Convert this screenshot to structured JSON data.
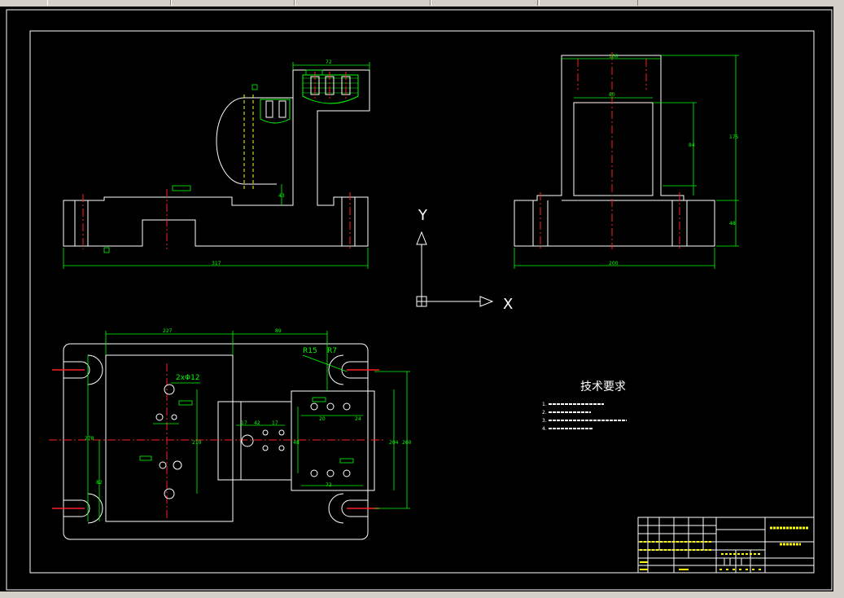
{
  "drawing": {
    "technical_requirements": {
      "title": "技术要求",
      "items": [
        "1.",
        "2.",
        "3.",
        "4."
      ]
    },
    "axis": {
      "y": "Y",
      "x": "X"
    },
    "front_view": {
      "overall_width": "317",
      "top_width": "72",
      "height_a": "43"
    },
    "side_view": {
      "top_width": "100",
      "inner_width": "80",
      "overall_width": "200",
      "height_total": "175",
      "height_inner": "84",
      "height_base": "48"
    },
    "plan_view": {
      "dim_left": "227",
      "dim_right": "89",
      "radius_a": "R15",
      "radius_b": "R7",
      "holes_note": "2xΦ12",
      "dim_v_left": "278",
      "dim_v_mid": "210",
      "dim_v_right_a": "204",
      "dim_v_right_b": "260",
      "dim_bottom": "82",
      "dim_small_17a": "17",
      "dim_small_17b": "17",
      "dim_small_20": "20",
      "dim_small_24": "24",
      "dim_small_72": "72",
      "dim_small_42": "42",
      "dim_small_48": "48"
    }
  },
  "colors": {
    "background": "#000000",
    "outline": "#ffffff",
    "dimension": "#00ff00",
    "center": "#ff2020",
    "hidden": "#ffff00",
    "chrome": "#d4d0c8"
  }
}
